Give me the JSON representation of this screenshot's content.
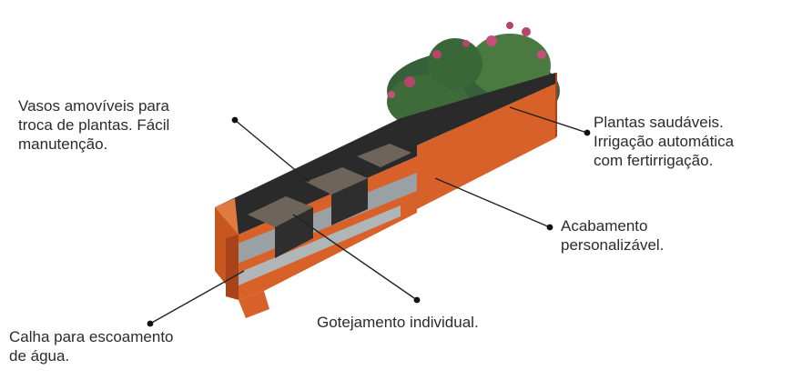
{
  "labels": {
    "vasos": [
      "Vasos amovíveis para",
      "troca de plantas. Fácil",
      "manutenção."
    ],
    "plantas": [
      "Plantas saudáveis.",
      "Irrigação automática",
      "com fertirrigação."
    ],
    "acabamento": [
      "Acabamento",
      "personalizável."
    ],
    "gotejamento": [
      "Gotejamento individual."
    ],
    "calha": [
      "Calha para escoamento",
      "de água."
    ]
  },
  "colors": {
    "planter_orange": "#d8612a",
    "planter_dark": "#a9441a",
    "liner_dark": "#2a2a2a",
    "liner_gray": "#9aa0a4",
    "soil": "#6d655a",
    "leaf": "#3f6b3a",
    "leaf_red": "#b5456a",
    "leader": "#222222"
  }
}
